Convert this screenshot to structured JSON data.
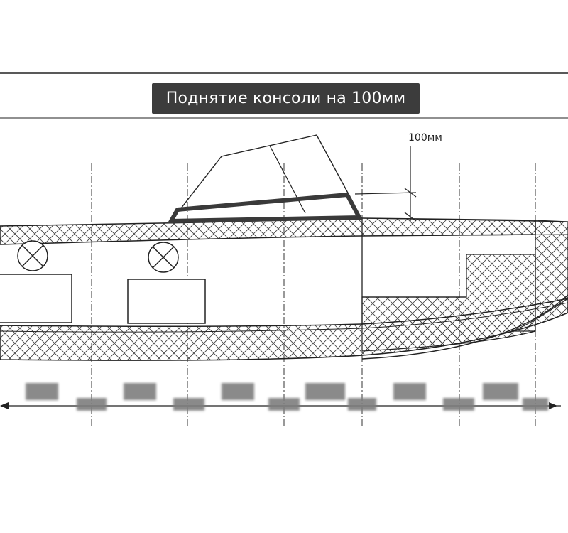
{
  "banner": {
    "title": "Поднятие консоли на 100мм"
  },
  "dimension": {
    "label": "100мм",
    "value_mm": 100
  },
  "colors": {
    "line": "#222222",
    "highlight": "#3a3a3a",
    "banner_bg": "#3c3c3c",
    "banner_text": "#ffffff",
    "blur": "#7e7e7e"
  }
}
